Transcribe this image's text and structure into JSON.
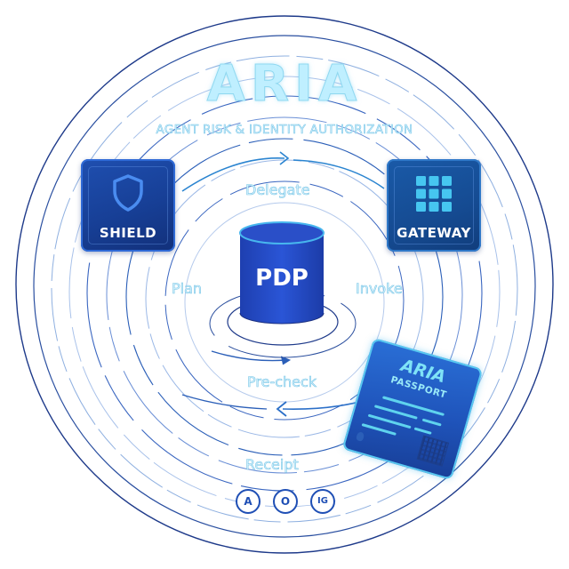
{
  "header": {
    "title": "ARIA",
    "subtitle": "AGENT RISK & IDENTITY AUTHORIZATION"
  },
  "nodes": {
    "shield": {
      "label": "SHIELD",
      "icon": "shield-icon"
    },
    "gateway": {
      "label": "GATEWAY",
      "icon": "grid-icon"
    },
    "pdp": {
      "label": "PDP",
      "icon": "database-cylinder-icon"
    },
    "passport": {
      "title": "ARIA",
      "subtitle": "PASSPORT",
      "icon": "passport-card-icon"
    }
  },
  "flow": {
    "steps": [
      {
        "label": "Delegate"
      },
      {
        "label": "Plan"
      },
      {
        "label": "Invoke"
      },
      {
        "label": "Pre-check"
      },
      {
        "label": "Receipt"
      }
    ]
  },
  "badges": [
    {
      "label": "A"
    },
    {
      "label": "O"
    },
    {
      "label": "IG"
    }
  ],
  "colors": {
    "ring_dark": "#1e3a8a",
    "ring_light": "#8fb0e0",
    "tile_blue": "#173f96",
    "accent_cyan": "#5fd3ee",
    "title_fill": "#bfefff",
    "badge_stroke": "#1f4fb5"
  }
}
